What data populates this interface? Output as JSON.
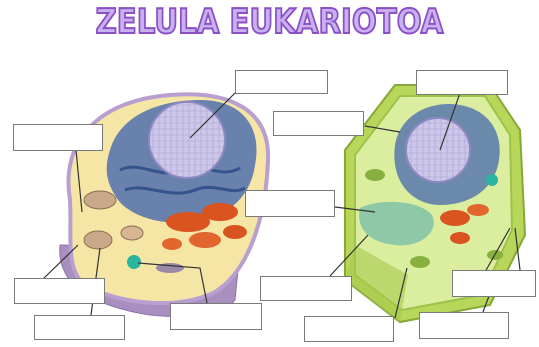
{
  "title": "ZELULA EUKARIOTOA",
  "colors": {
    "title_fill": "#c9b0ef",
    "title_stroke": "#8b4fc8",
    "animal_cytoplasm": "#f6e6a6",
    "animal_membrane": "#a88fbf",
    "plant_wall": "#b8d65a",
    "plant_cytoplasm": "#dbeea0",
    "nucleus": "#c9c4e6",
    "endoplasmic_reticulum": "#4f6fae",
    "mitochondria": "#d9541f",
    "vacuole": "#7fc2a8",
    "label_line": "#333333"
  },
  "labels": {
    "animal": [
      {
        "id": "animal-nucleus",
        "text": ""
      },
      {
        "id": "animal-membrane",
        "text": ""
      },
      {
        "id": "animal-golgi",
        "text": ""
      },
      {
        "id": "animal-mitochondrion",
        "text": ""
      },
      {
        "id": "animal-cytoplasm",
        "text": ""
      },
      {
        "id": "animal-centriole",
        "text": ""
      }
    ],
    "plant": [
      {
        "id": "plant-nucleus",
        "text": ""
      },
      {
        "id": "plant-membrane",
        "text": ""
      },
      {
        "id": "plant-vacuole",
        "text": ""
      },
      {
        "id": "plant-chloroplast",
        "text": ""
      },
      {
        "id": "plant-mitochondrion",
        "text": ""
      },
      {
        "id": "plant-cell-wall",
        "text": ""
      },
      {
        "id": "plant-cytoplasm",
        "text": ""
      }
    ]
  }
}
